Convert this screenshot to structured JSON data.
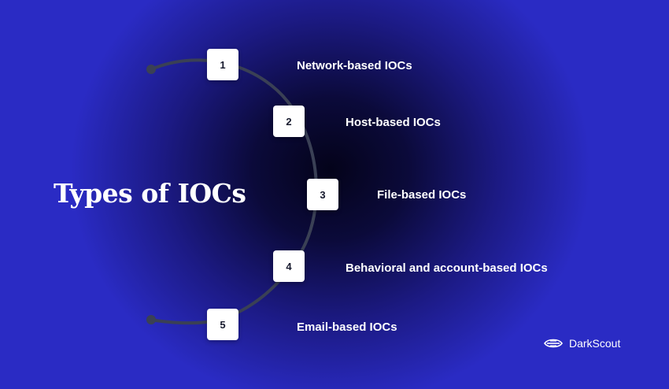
{
  "title": "Types of IOCs",
  "steps": [
    {
      "number": "1",
      "label": "Network-based IOCs"
    },
    {
      "number": "2",
      "label": "Host-based IOCs"
    },
    {
      "number": "3",
      "label": "File-based IOCs"
    },
    {
      "number": "4",
      "label": "Behavioral and account-based IOCs"
    },
    {
      "number": "5",
      "label": "Email-based IOCs"
    }
  ],
  "brand": {
    "name": "DarkScout",
    "icon": "darkscout-logo-icon"
  }
}
